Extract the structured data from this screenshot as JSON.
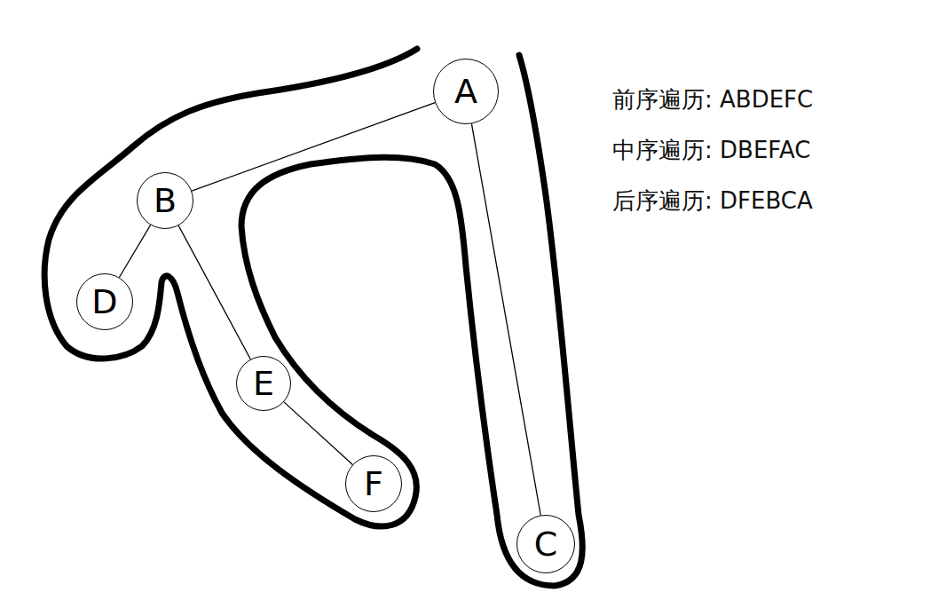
{
  "diagram": {
    "nodes": [
      {
        "text": [
          "A"
        ]
      },
      {
        "text": [
          "B"
        ]
      },
      {
        "text": [
          "D"
        ]
      },
      {
        "text": [
          "E"
        ]
      },
      {
        "text": [
          "F"
        ]
      },
      {
        "text": [
          "C"
        ]
      }
    ],
    "edges": [
      {
        "from": 0,
        "to": 1,
        "arrow": "none"
      },
      {
        "from": 0,
        "to": 5,
        "arrow": "none"
      },
      {
        "from": 1,
        "to": 2,
        "arrow": "none"
      },
      {
        "from": 1,
        "to": 3,
        "arrow": "none"
      },
      {
        "from": 3,
        "to": 4,
        "arrow": "none"
      }
    ],
    "labels": [
      "前序遍历: ABDEFC",
      "中序遍历: DBEFAC",
      "后序遍历: DFEBCA"
    ]
  }
}
